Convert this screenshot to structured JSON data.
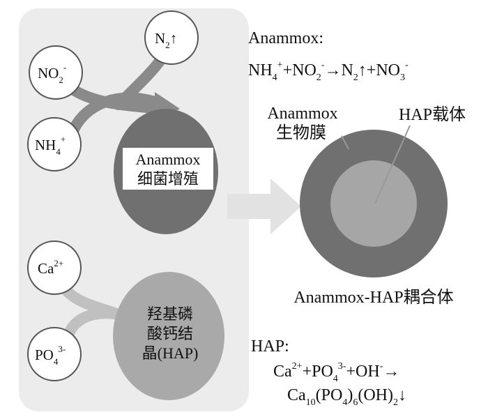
{
  "left_panel": {
    "nodes": {
      "no2": {
        "base": "NO",
        "sub": "2",
        "sup": "-"
      },
      "n2": {
        "base": "N",
        "sub": "2",
        "arrow": "↑"
      },
      "nh4": {
        "base": "NH",
        "sub": "4",
        "sup": "+"
      },
      "ca": {
        "base": "Ca",
        "sup": "2+"
      },
      "po4": {
        "base": "PO",
        "sub": "4",
        "sup": "3-"
      }
    },
    "anammox_bacteria": {
      "line1": "Anammox",
      "line2": "细菌增殖"
    },
    "hap_crystal": {
      "line1": "羟基磷",
      "line2": "酸钙结",
      "line3": "晶(HAP)"
    }
  },
  "anammox_reaction": {
    "title": "Anammox:",
    "nh4": "NH",
    "nh4_sub": "4",
    "nh4_sup": "+",
    "plus1": "+NO",
    "no2_sub": "2",
    "no2_sup": "-",
    "arrow": "→N",
    "n2_sub": "2",
    "up": "↑",
    "plus2": "+NO",
    "no3_sub": "3",
    "no3_sup": "-"
  },
  "granule": {
    "biofilm_label_1": "Anammox",
    "biofilm_label_2": "生物膜",
    "carrier_label": "HAP载体",
    "caption": "Anammox-HAP耦合体"
  },
  "hap_reaction": {
    "title": "HAP:",
    "ca": "Ca",
    "ca_sup": "2+",
    "plus_po": "+PO",
    "po_sub": "4",
    "po_sup": "3-",
    "plus_oh": "+OH",
    "oh_sup": "-",
    "arrow": "→",
    "ca10": "Ca",
    "ca10_sub": "10",
    "po4_open": "(PO",
    "po4_sub": "4",
    "po4_close": ")",
    "six": "6",
    "oh_group": "(OH)",
    "two": "2",
    "down": "↓"
  },
  "colors": {
    "panel_bg": "#ececec",
    "bacteria_fill": "#707070",
    "hap_fill": "#a9a9a9",
    "arrow_fill": "#8a8a8a",
    "granule_outer": "#707070",
    "granule_inner": "#a6a6a6",
    "big_arrow": "#e2e2e2"
  }
}
